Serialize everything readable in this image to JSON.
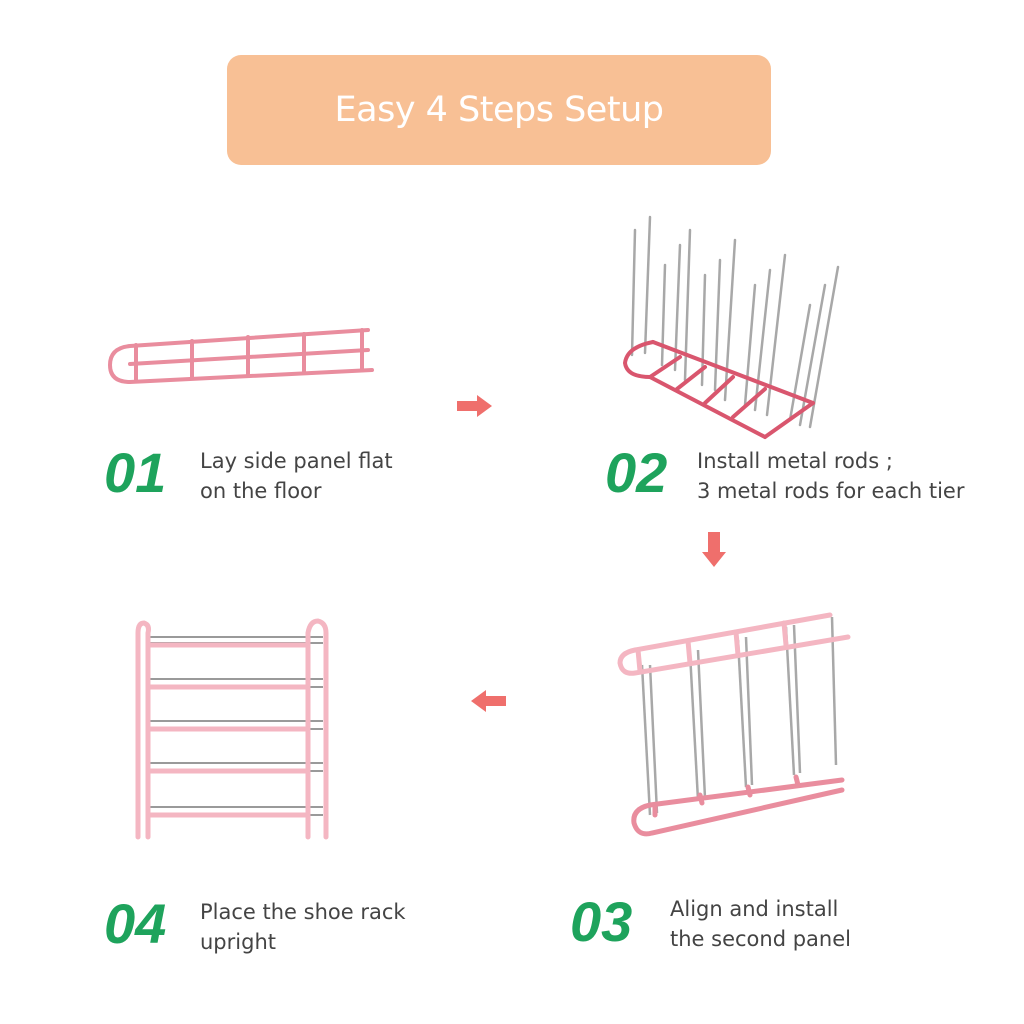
{
  "header": {
    "title": "Easy 4 Steps Setup"
  },
  "steps": [
    {
      "number": "01",
      "lines": [
        "Lay side panel flat",
        "on the floor"
      ]
    },
    {
      "number": "02",
      "lines": [
        "Install metal rods ;",
        "3 metal rods for each tier"
      ]
    },
    {
      "number": "03",
      "lines": [
        "Align and install",
        "the second panel"
      ]
    },
    {
      "number": "04",
      "lines": [
        "Place the shoe rack",
        "upright"
      ]
    }
  ],
  "colors": {
    "banner": "#f8c095",
    "step_number": "#1ea35c",
    "arrow": "#ef6f6c",
    "frame_pink": "#e98d9e",
    "frame_pink_light": "#f4b6c2",
    "rod_gray": "#9a9a9a"
  },
  "icons": [
    "arrow-right-icon",
    "arrow-down-icon",
    "arrow-left-icon"
  ]
}
